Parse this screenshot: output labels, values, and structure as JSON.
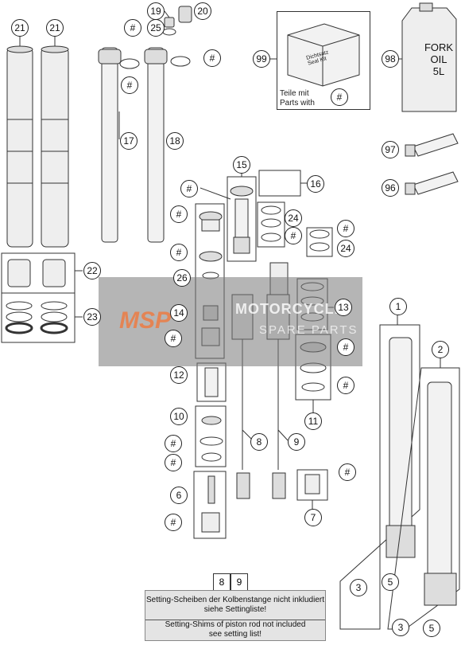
{
  "kit": {
    "box_line1": "Dichtsatz",
    "box_line2": "Seal Kit",
    "text_de": "Teile mit",
    "text_en": "Parts with"
  },
  "can": {
    "line1": "FORK",
    "line2": "OIL",
    "line3": "5L"
  },
  "note": {
    "nums": [
      "8",
      "9"
    ],
    "de1": "Setting-Scheiben der Kolbenstange nicht inkludiert",
    "de2": "siehe Settingliste!",
    "en1": "Setting-Shims of piston rod not included",
    "en2": "see setting list!"
  },
  "watermark": {
    "logo": "MSP",
    "line1": "MOTORCYCLE",
    "line2": "SPARE PARTS"
  },
  "callouts": {
    "c21a": "21",
    "c21b": "21",
    "c19": "19",
    "c20": "20",
    "c25": "25",
    "h1": "#",
    "h2": "#",
    "h3": "#",
    "c99": "99",
    "c98": "98",
    "c17": "17",
    "c18": "18",
    "c97": "97",
    "c96": "96",
    "c15": "15",
    "c16": "16",
    "h4": "#",
    "h5": "#",
    "c24a": "24",
    "h6": "#",
    "h7": "#",
    "h8": "#",
    "c24b": "24",
    "c22": "22",
    "c23": "23",
    "c26": "26",
    "c14": "14",
    "h9": "#",
    "c13": "13",
    "h10": "#",
    "h11": "#",
    "c1": "1",
    "c2": "2",
    "c12": "12",
    "c11": "11",
    "c10": "10",
    "h12": "#",
    "h13": "#",
    "c8": "8",
    "c9": "9",
    "c6": "6",
    "h14": "#",
    "c7": "7",
    "h15": "#",
    "c3a": "3",
    "c5a": "5",
    "c3b": "3",
    "c5b": "5",
    "h16": "#"
  }
}
